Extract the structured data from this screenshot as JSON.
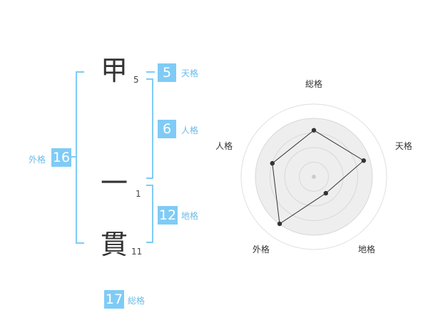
{
  "name": {
    "chars": [
      {
        "char": "甲",
        "strokes": "5"
      },
      {
        "char": "一",
        "strokes": "1"
      },
      {
        "char": "貫",
        "strokes": "11"
      }
    ]
  },
  "fortunes": {
    "tenkaku": {
      "value": "5",
      "label": "天格"
    },
    "jinkaku": {
      "value": "6",
      "label": "人格"
    },
    "chikaku": {
      "value": "12",
      "label": "地格"
    },
    "gaikaku": {
      "value": "16",
      "label": "外格"
    },
    "soukaku": {
      "value": "17",
      "label": "総格"
    }
  },
  "colors": {
    "accent": "#7fcbf6",
    "label": "#6cbbe8",
    "radar_fill": "#eeeeee",
    "radar_line": "#333333"
  },
  "chart_data": {
    "type": "radar",
    "axes": [
      "総格",
      "天格",
      "地格",
      "外格",
      "人格"
    ],
    "values": [
      3.2,
      3.6,
      1.4,
      4.0,
      3.0
    ],
    "max": 5,
    "rings": 4,
    "fill": true
  }
}
